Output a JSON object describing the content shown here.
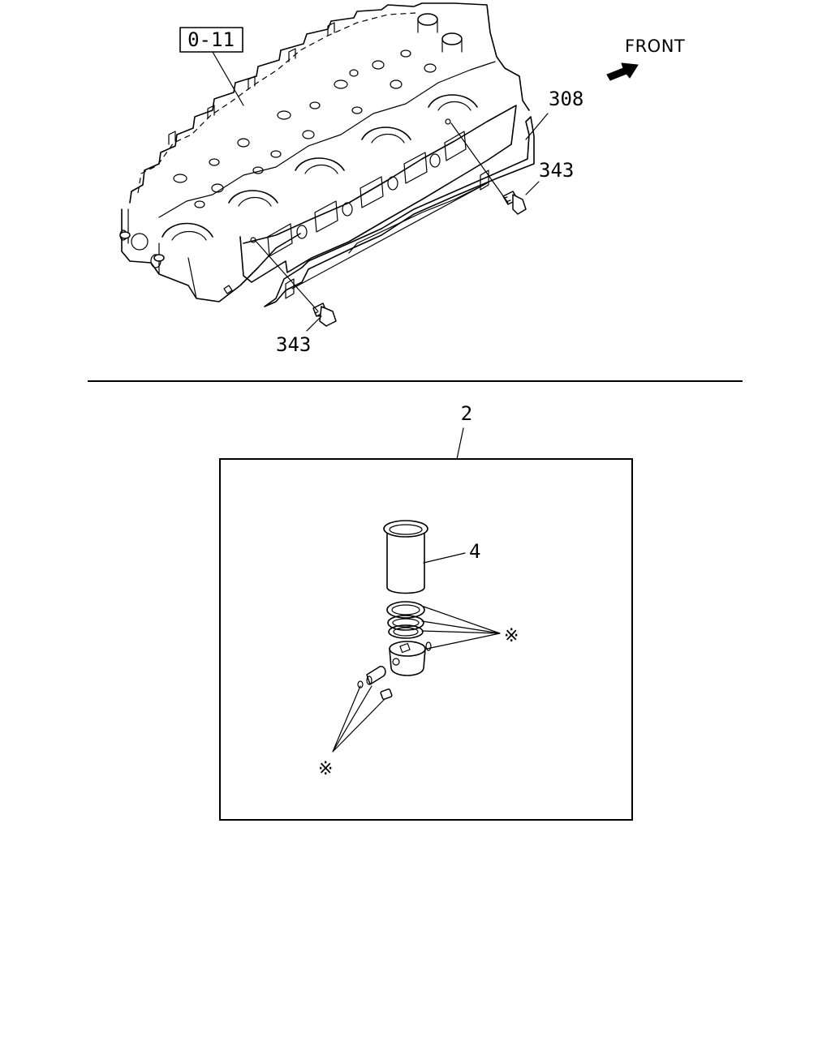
{
  "labels": {
    "ref_box": "0-11",
    "front": "FRONT",
    "cover": "308",
    "bolt_upper": "343",
    "bolt_lower": "343",
    "kit": "2",
    "liner": "4",
    "mark_right": "※",
    "mark_left": "※"
  },
  "icons": {
    "front_arrow": "arrow-icon"
  },
  "colors": {
    "line": "#000000",
    "background": "#ffffff"
  }
}
